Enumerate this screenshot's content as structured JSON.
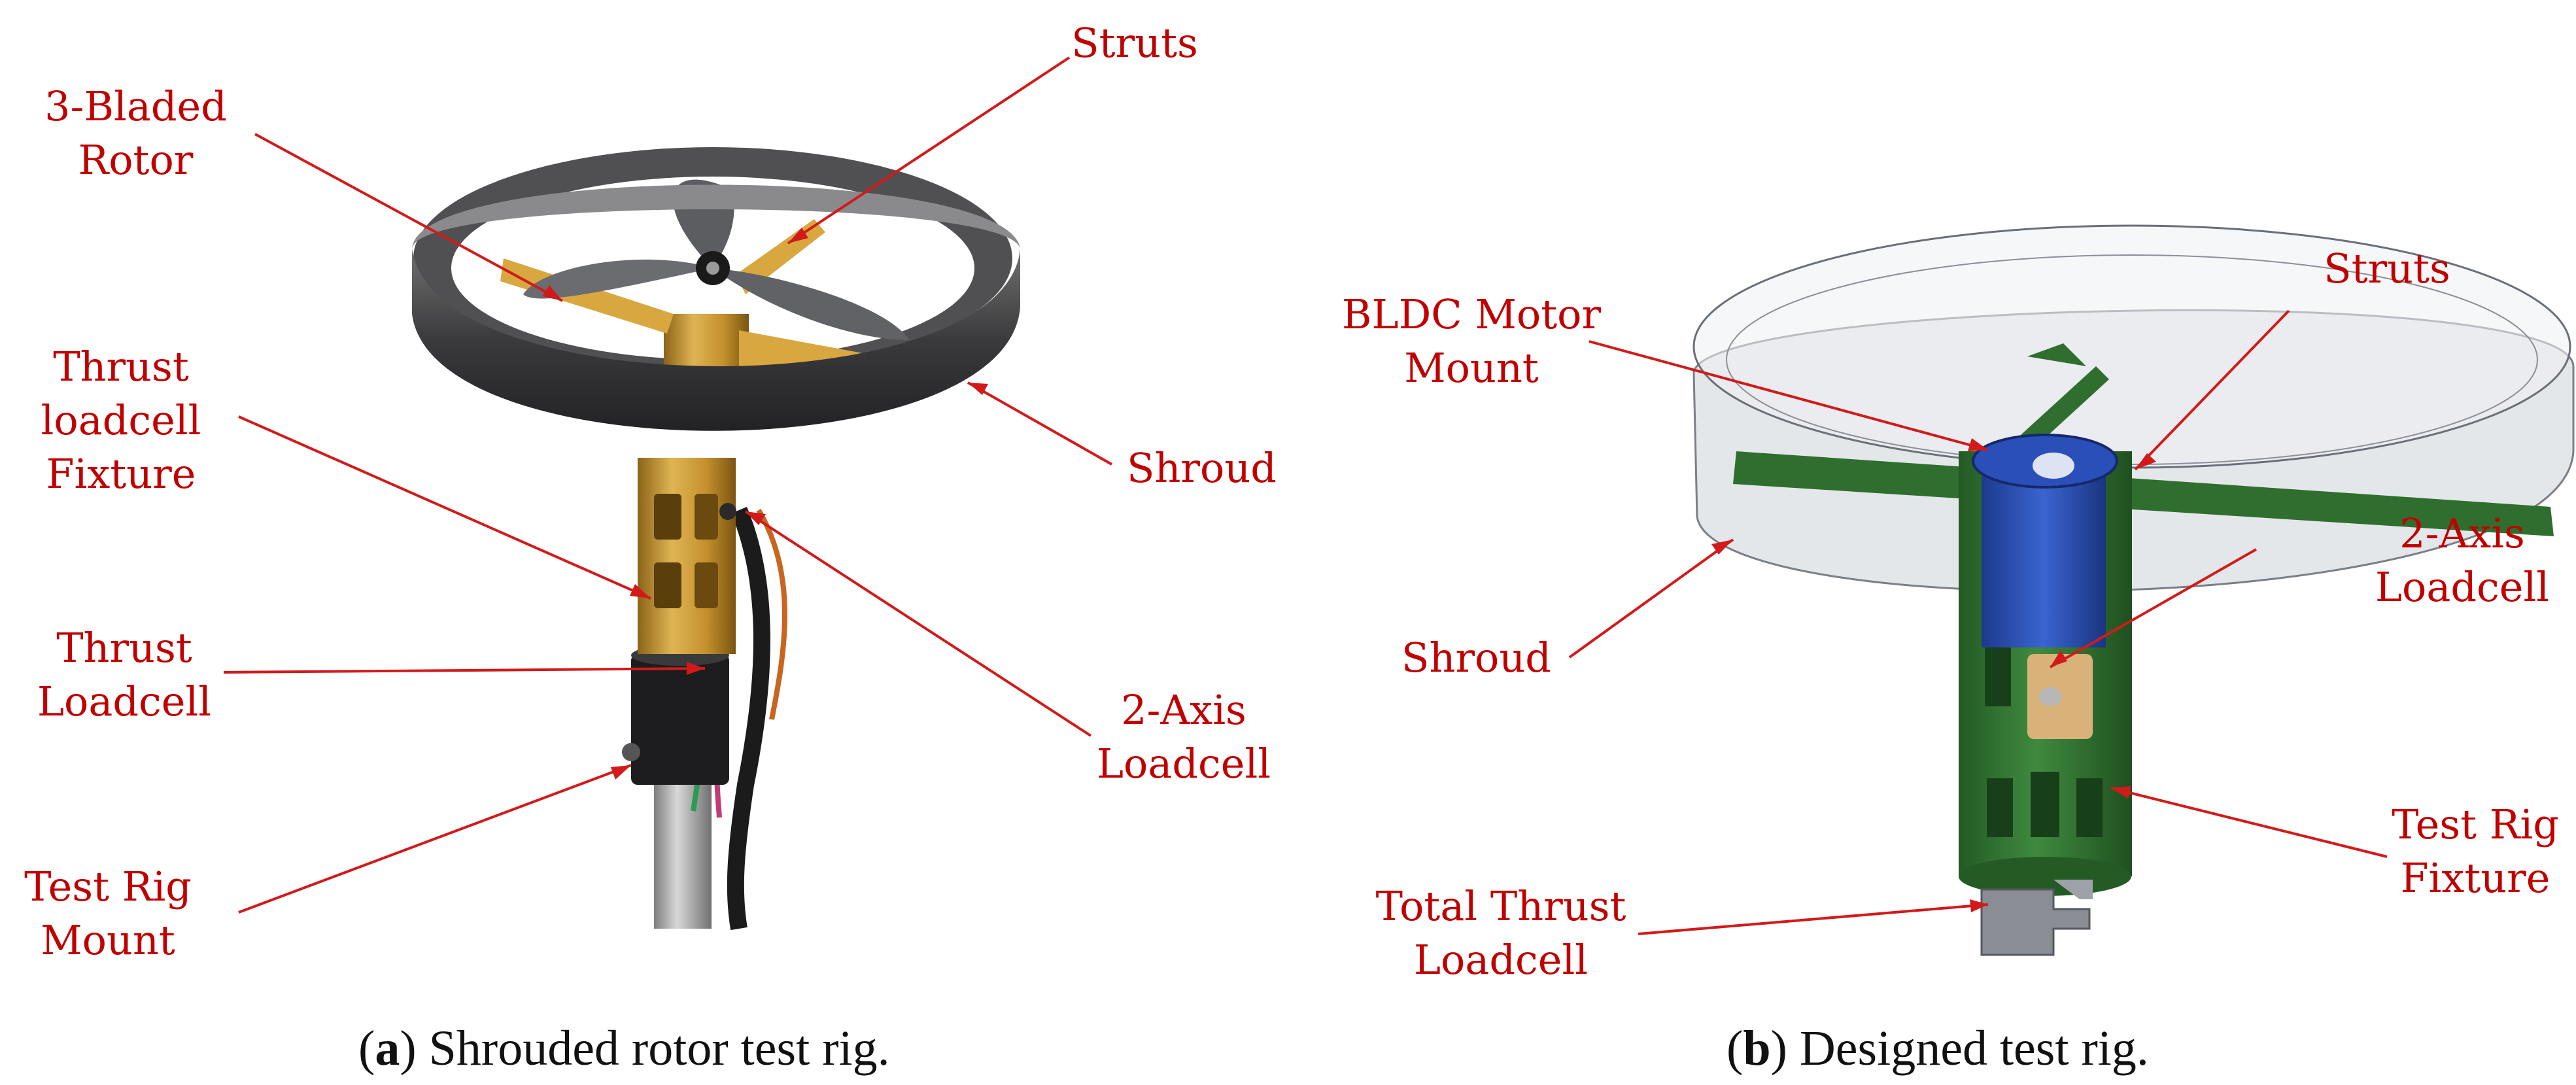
{
  "colors": {
    "label_red": "#c00000",
    "leader_red": "#d21a1a",
    "brass": "#c9972e",
    "shroud_dark": "#3c3c3e",
    "cad_green": "#2f6e2f",
    "cad_blue": "#2b4fb8",
    "cad_shroud": "#c4c9d1"
  },
  "panel_a": {
    "labels": {
      "rotor_1": "3-Bladed",
      "rotor_2": "Rotor",
      "struts": "Struts",
      "fixture_1": "Thrust",
      "fixture_2": "loadcell",
      "fixture_3": "Fixture",
      "shroud": "Shroud",
      "thrust_1": "Thrust",
      "thrust_2": "Loadcell",
      "axis_1": "2-Axis",
      "axis_2": "Loadcell",
      "mount_1": "Test Rig",
      "mount_2": "Mount"
    },
    "caption": {
      "letter": "a",
      "text": ") Shrouded rotor test rig."
    }
  },
  "panel_b": {
    "labels": {
      "bldc_1": "BLDC Motor",
      "bldc_2": "Mount",
      "struts": "Struts",
      "shroud": "Shroud",
      "axis_1": "2-Axis",
      "axis_2": "Loadcell",
      "fixture_1": "Test Rig",
      "fixture_2": "Fixture",
      "total_1": "Total Thrust",
      "total_2": "Loadcell"
    },
    "caption": {
      "letter": "b",
      "text": ") Designed test rig."
    }
  }
}
